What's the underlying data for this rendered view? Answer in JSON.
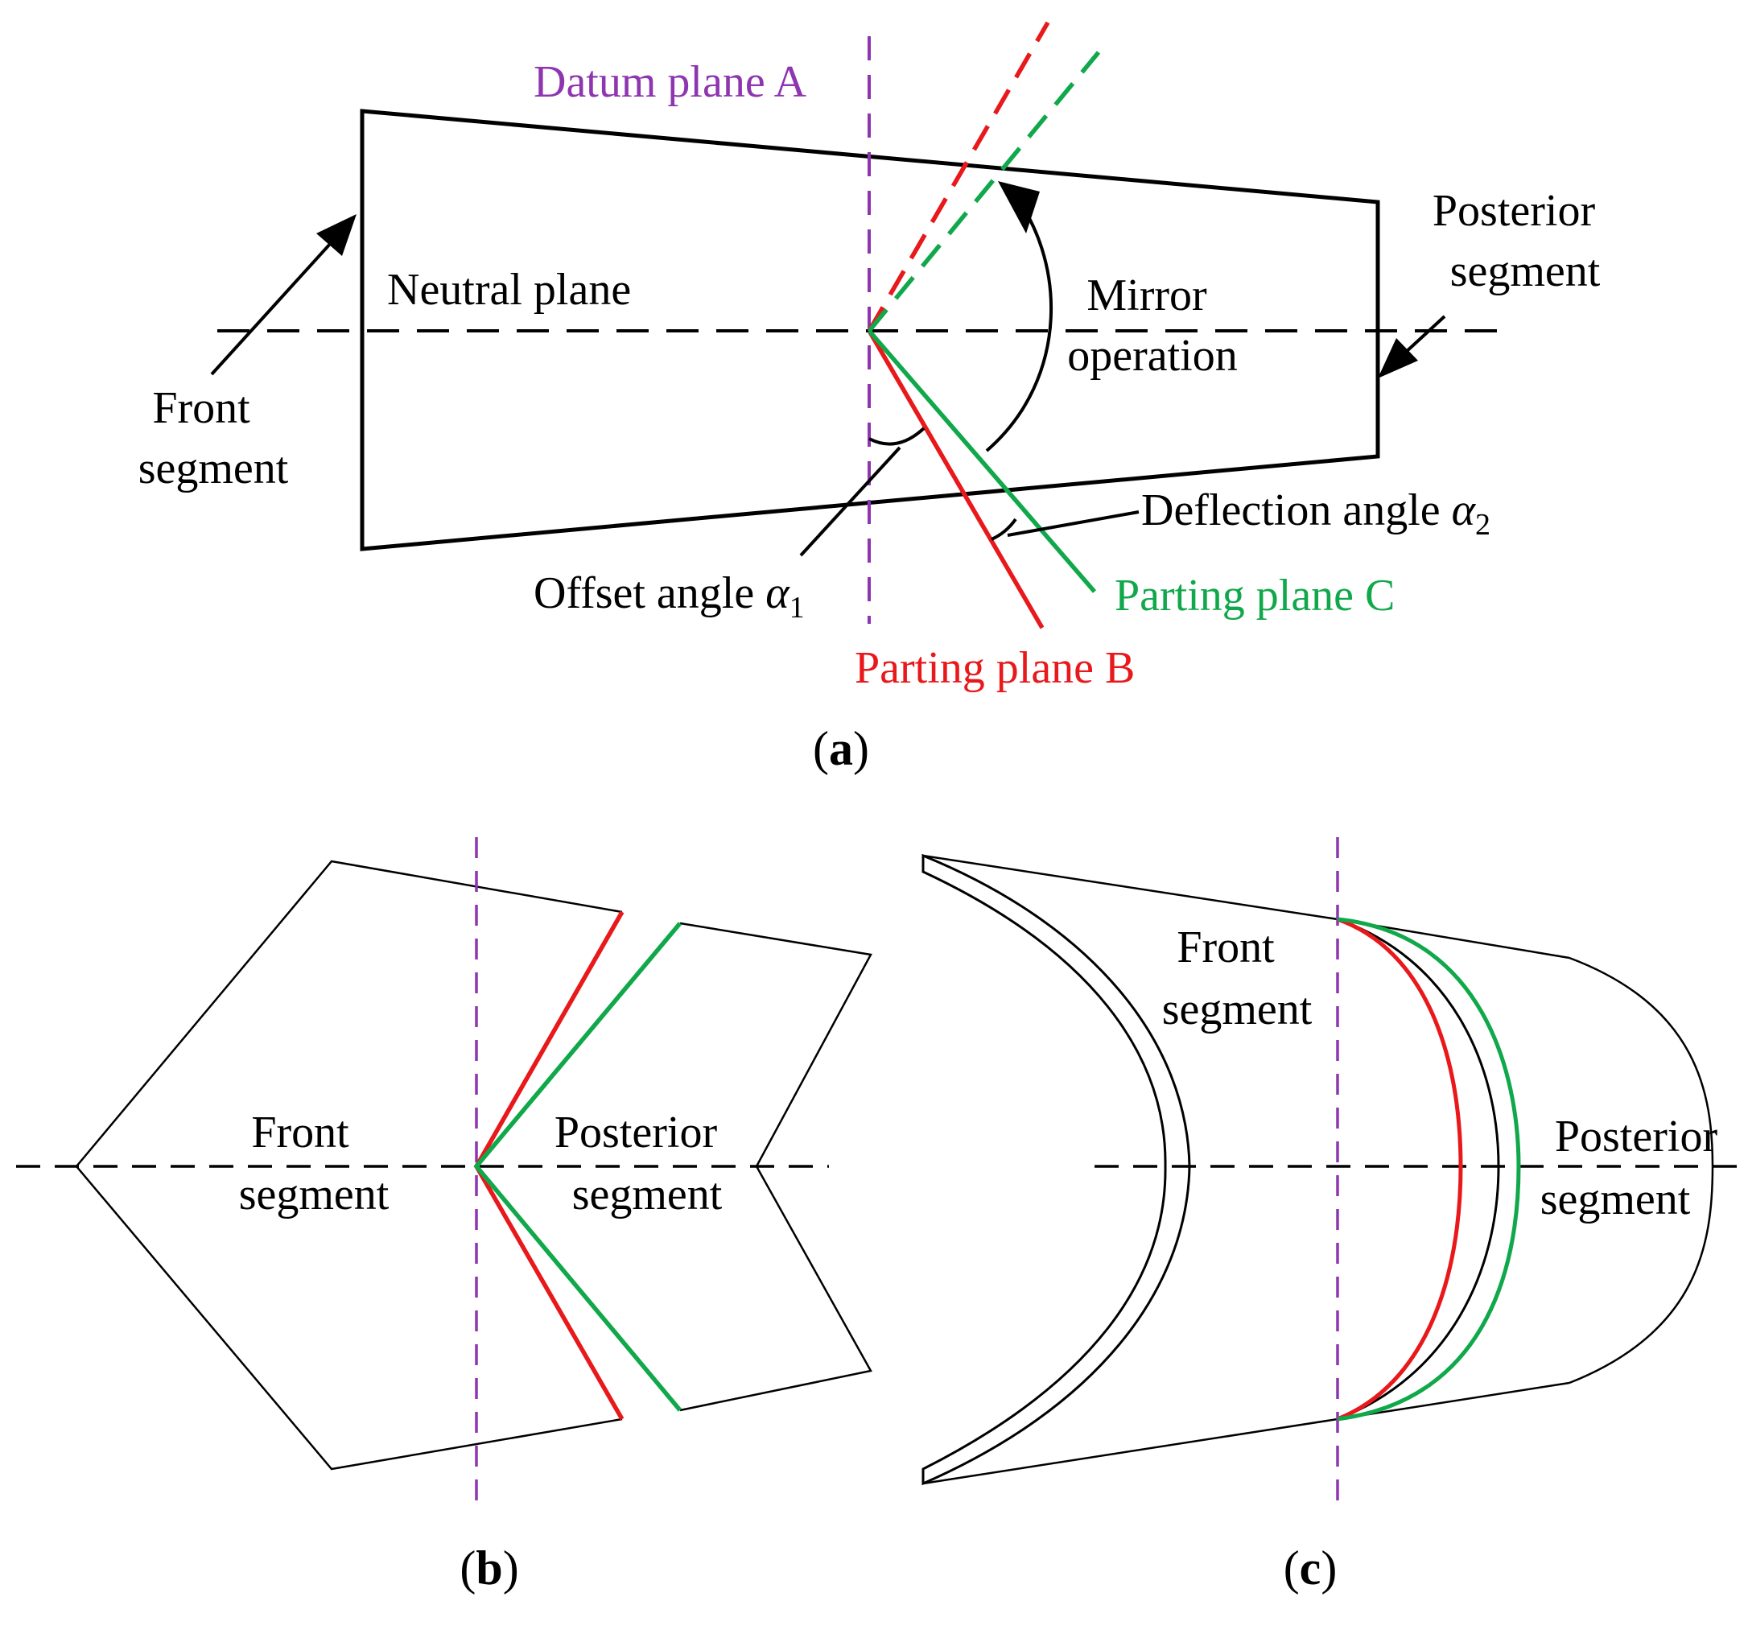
{
  "colors": {
    "datum": "#8e35b0",
    "plane_b": "#e8181b",
    "plane_c": "#10a84a",
    "outline": "#000000"
  },
  "panel_a": {
    "datum_plane": "Datum plane A",
    "neutral_plane": "Neutral plane",
    "mirror_line1": "Mirror",
    "mirror_line2": "operation",
    "posterior_line1": "Posterior",
    "posterior_line2": "segment",
    "front_line1": "Front",
    "front_line2": "segment",
    "deflection_text": "Deflection angle ",
    "deflection_symbol": "α",
    "deflection_sub": "2",
    "offset_text": "Offset angle ",
    "offset_symbol": "α",
    "offset_sub": "1",
    "parting_c": "Parting plane C",
    "parting_b": "Parting plane B",
    "caption_open": "(",
    "caption_letter": "a",
    "caption_close": ")"
  },
  "panel_b": {
    "front_line1": "Front",
    "front_line2": "segment",
    "posterior_line1": "Posterior",
    "posterior_line2": "segment",
    "caption_open": "(",
    "caption_letter": "b",
    "caption_close": ")"
  },
  "panel_c": {
    "front_line1": "Front",
    "front_line2": "segment",
    "posterior_line1": "Posterior",
    "posterior_line2": "segment",
    "caption_open": "(",
    "caption_letter": "c",
    "caption_close": ")"
  }
}
